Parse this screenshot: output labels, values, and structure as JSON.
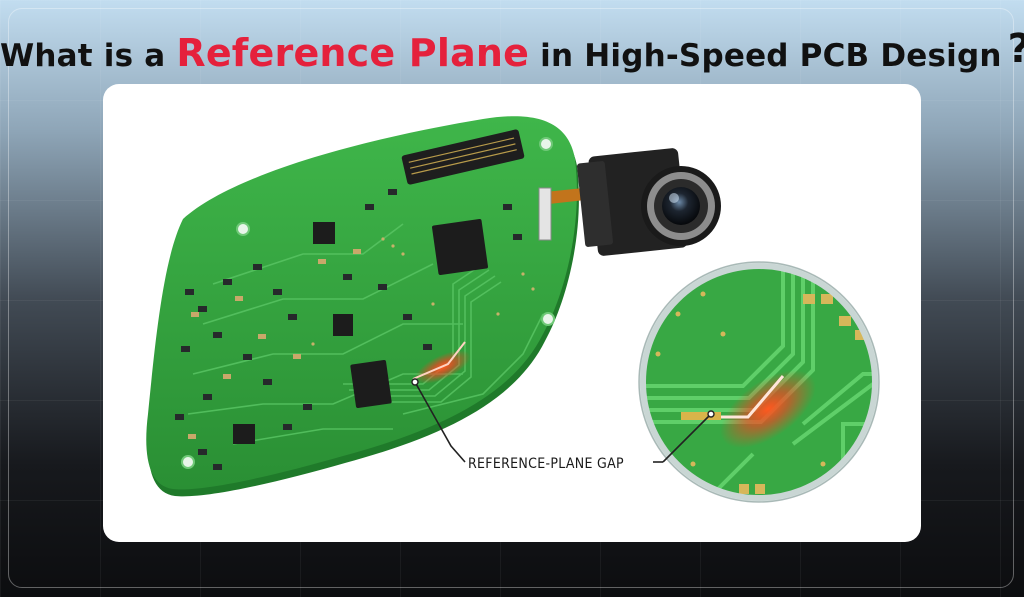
{
  "title": {
    "prefix": "What is a ",
    "highlight": "Reference Plane",
    "suffix": " in High-Speed PCB Design",
    "qmark": "?"
  },
  "callout": {
    "label": "REFERENCE-PLANE GAP"
  },
  "colors": {
    "accent": "#e5213c",
    "pcb_green": "#2fa33a",
    "hotspot": "#ff3b1f"
  }
}
